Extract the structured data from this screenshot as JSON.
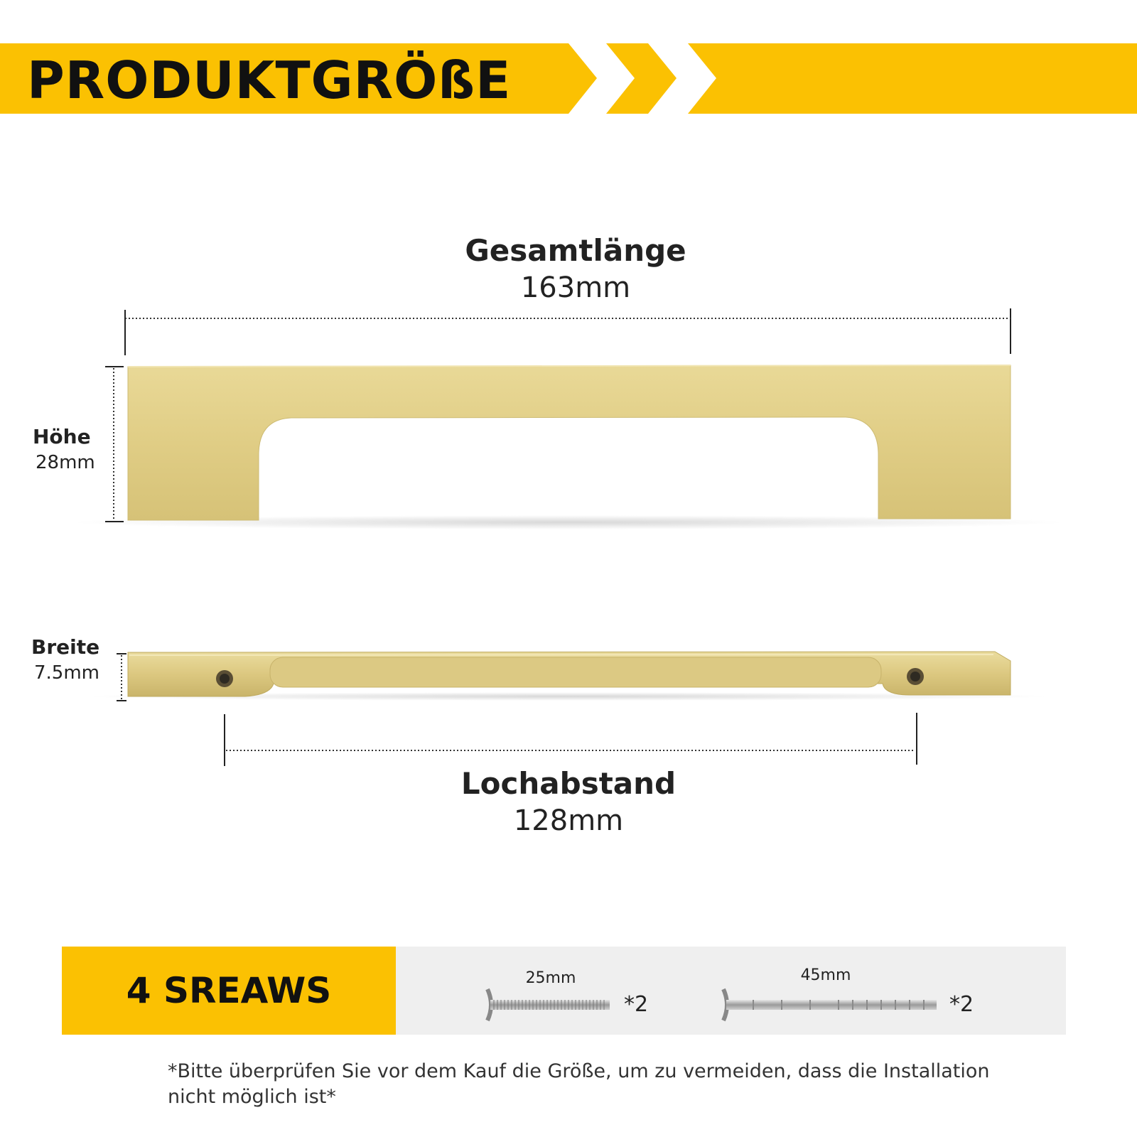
{
  "header": {
    "title": "PRODUKTGRÖßE"
  },
  "dimensions": {
    "overall_length": {
      "name": "Gesamtlänge",
      "value": "163mm"
    },
    "height": {
      "name": "Höhe",
      "value": "28mm"
    },
    "width": {
      "name": "Breite",
      "value": "7.5mm"
    },
    "hole_spacing": {
      "name": "Lochabstand",
      "value": "128mm"
    }
  },
  "screws": {
    "title": "4 SREAWS",
    "items": [
      {
        "length": "25mm",
        "quantity": "*2"
      },
      {
        "length": "45mm",
        "quantity": "*2"
      }
    ]
  },
  "note": {
    "line1": "*Bitte überprüfen Sie vor dem Kauf die Größe, um zu vermeiden, dass die Installation",
    "line2": "nicht möglich ist*"
  },
  "colors": {
    "accent": "#FBC102",
    "handle_gold": "#E2D08A",
    "screw_panel": "#EFEFEF"
  }
}
